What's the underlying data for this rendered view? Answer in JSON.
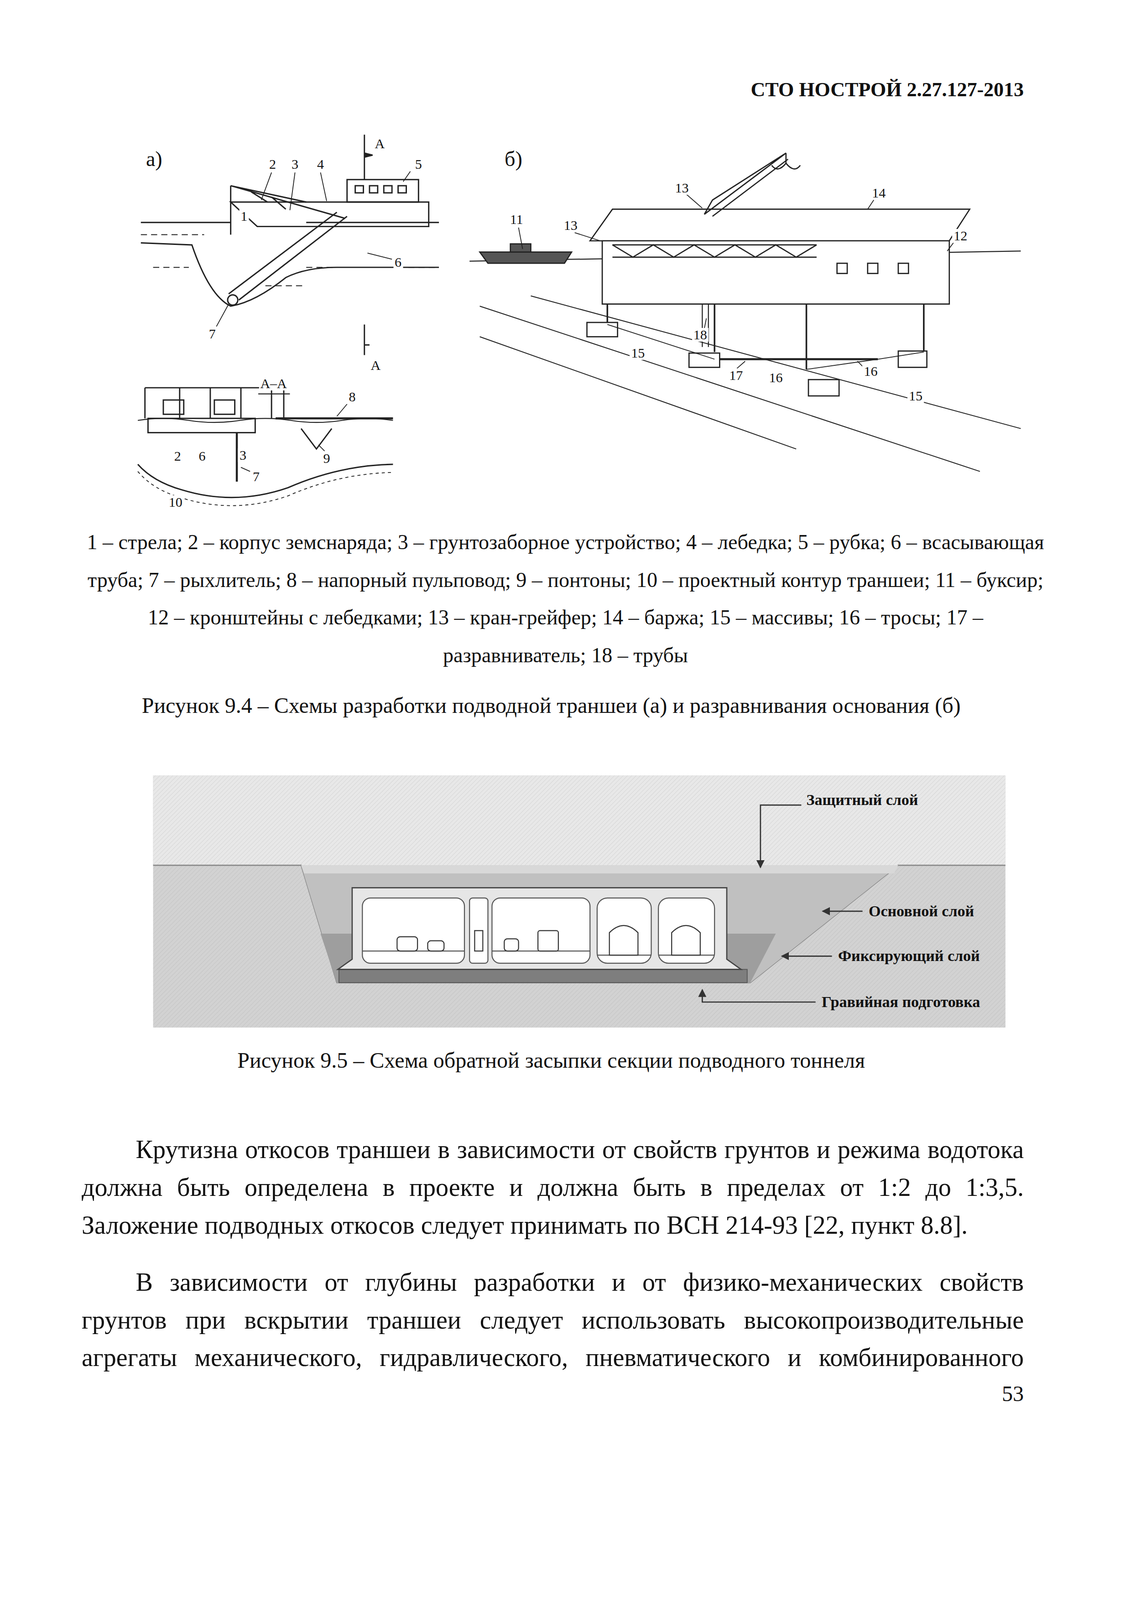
{
  "diagram": {
    "labels": [
      "СТО НОСТРОЙ 2.27.127-2013",
      "а)",
      "2",
      "3",
      "4",
      "А",
      "5",
      "1",
      "6",
      "7",
      "А",
      "А–А",
      "8",
      "2",
      "6",
      "3",
      "9",
      "7",
      "10",
      "б)",
      "13",
      "14",
      "11",
      "13",
      "12",
      "18",
      "15",
      "17",
      "16",
      "16",
      "15",
      "1 – стрела; 2 – корпус земснаряда; 3 – грунтозаборное устройство; 4 – лебедка; 5 – рубка; 6 – всасывающая труба; 7 – рыхлитель; 8 – напорный пульповод; 9 – понтоны; 10 – проектный контур траншеи; 11 – буксир; 12 – кронштейны с лебедками; 13 – кран-грейфер; 14 – баржа; 15 – массивы; 16 – тросы; 17 – разравниватель; 18 – трубы",
      "Рисунок 9.4 – Схемы разработки подводной траншеи (а) и разравнивания основания (б)",
      "Защитный слой",
      "Основной слой",
      "Фиксирующий слой",
      "Гравийная подготовка",
      "Рисунок 9.5 – Схема обратной засыпки секции подводного тоннеля",
      "Крутизна откосов траншеи в зависимости от свойств грунтов и режима водотока должна быть определена в проекте и должна быть в пределах от 1:2 до 1:3,5. Заложение подводных откосов следует принимать по ВСН 214-93 [22, пункт 8.8].",
      "В зависимости от глубины разработки и от физико-механических свойств грунтов при вскрытии траншеи следует использовать высокопроизводительные агрегаты механического, гидравлического, пневматического и комбинированного",
      "53"
    ]
  }
}
